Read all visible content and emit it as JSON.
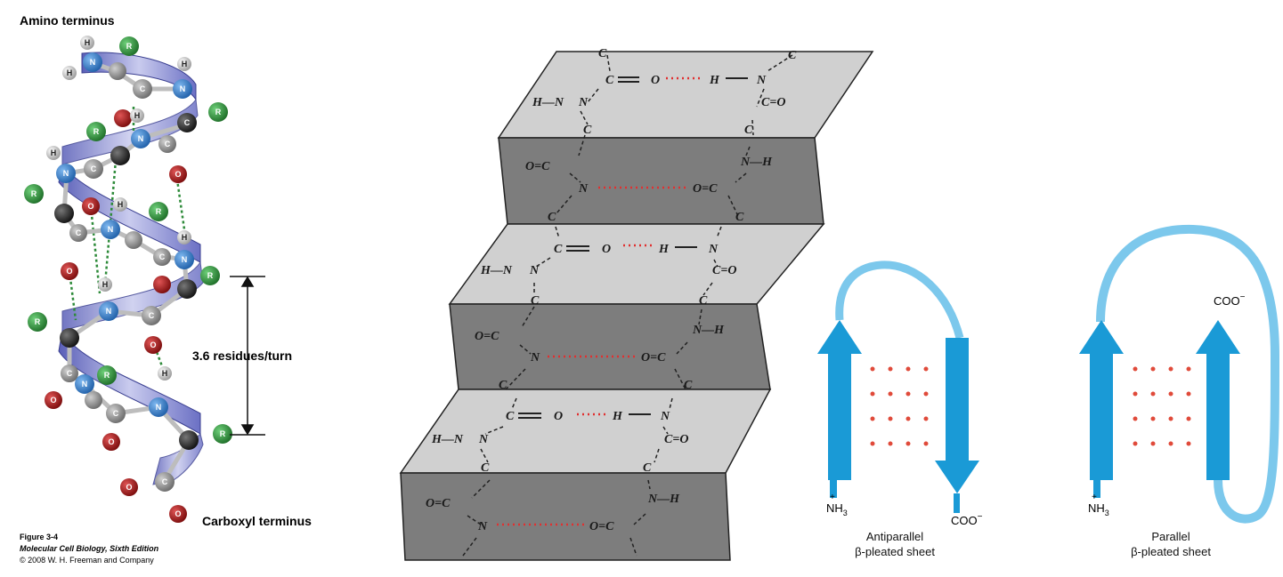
{
  "helix": {
    "title": "Amino terminus",
    "bottom_label": "Carboxyl terminus",
    "rise_label": "3.6 residues/turn",
    "figure_number": "Figure 3-4",
    "book_title": "Molecular Cell Biology, Sixth Edition",
    "copyright": "© 2008 W. H. Freeman and Company",
    "atom_letters": {
      "carbon": "C",
      "nitrogen": "N",
      "hydrogen": "H",
      "oxygen": "O",
      "residue": "R"
    },
    "colors": {
      "ribbon": "#8a8fd6",
      "nitrogen": "#2f7fd0",
      "oxygen": "#b01818",
      "carbon": "#8a8a8a",
      "residue": "#2e9a3a",
      "hbond": "#2e8b3a"
    }
  },
  "pleated_sheet": {
    "colors": {
      "light_panel": "#d3d3d3",
      "dark_panel": "#7a7a7a",
      "hbond": "#e03030"
    },
    "tokens": {
      "carbon": "C",
      "carbonyl": "C=O",
      "nitrogen": "N",
      "amide_h": "H—N",
      "nh_right": "N—H",
      "oc": "O=C",
      "o": "O",
      "h": "H"
    }
  },
  "antiparallel": {
    "caption_line1": "Antiparallel",
    "caption_line2": "β-pleated sheet",
    "n_term": "NH",
    "n_term_sub": "3",
    "n_term_charge": "+",
    "c_term": "COO",
    "c_term_charge": "−"
  },
  "parallel": {
    "caption_line1": "Parallel",
    "caption_line2": "β-pleated sheet",
    "n_term": "NH",
    "n_term_sub": "3",
    "n_term_charge": "+",
    "c_term": "COO",
    "c_term_charge": "−"
  },
  "strand_color": "#1a9ad6",
  "loop_color": "#7cc8ec",
  "hbond_dot_color": "#e04a3a"
}
